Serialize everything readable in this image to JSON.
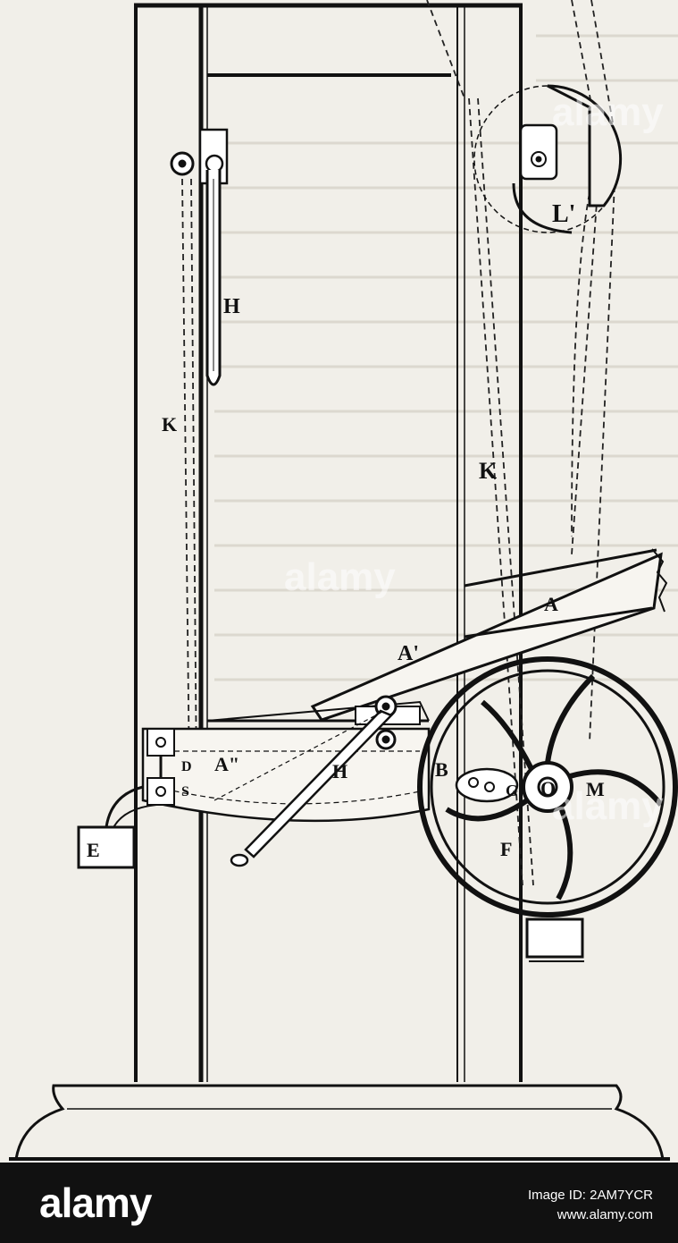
{
  "labels": {
    "h_upper": "H",
    "k_left": "K",
    "k_right": "K",
    "l_prime": "L'",
    "a": "A",
    "a_prime": "A'",
    "a_double": "A\"",
    "h_lower": "H",
    "b": "B",
    "g": "G",
    "o": "O",
    "m": "M",
    "f": "F",
    "e": "E",
    "d": "D",
    "s": "S"
  },
  "watermark": "alamy",
  "footer": {
    "brand": "alamy",
    "image_id": "Image ID: 2AM7YCR",
    "site": "www.alamy.com"
  }
}
